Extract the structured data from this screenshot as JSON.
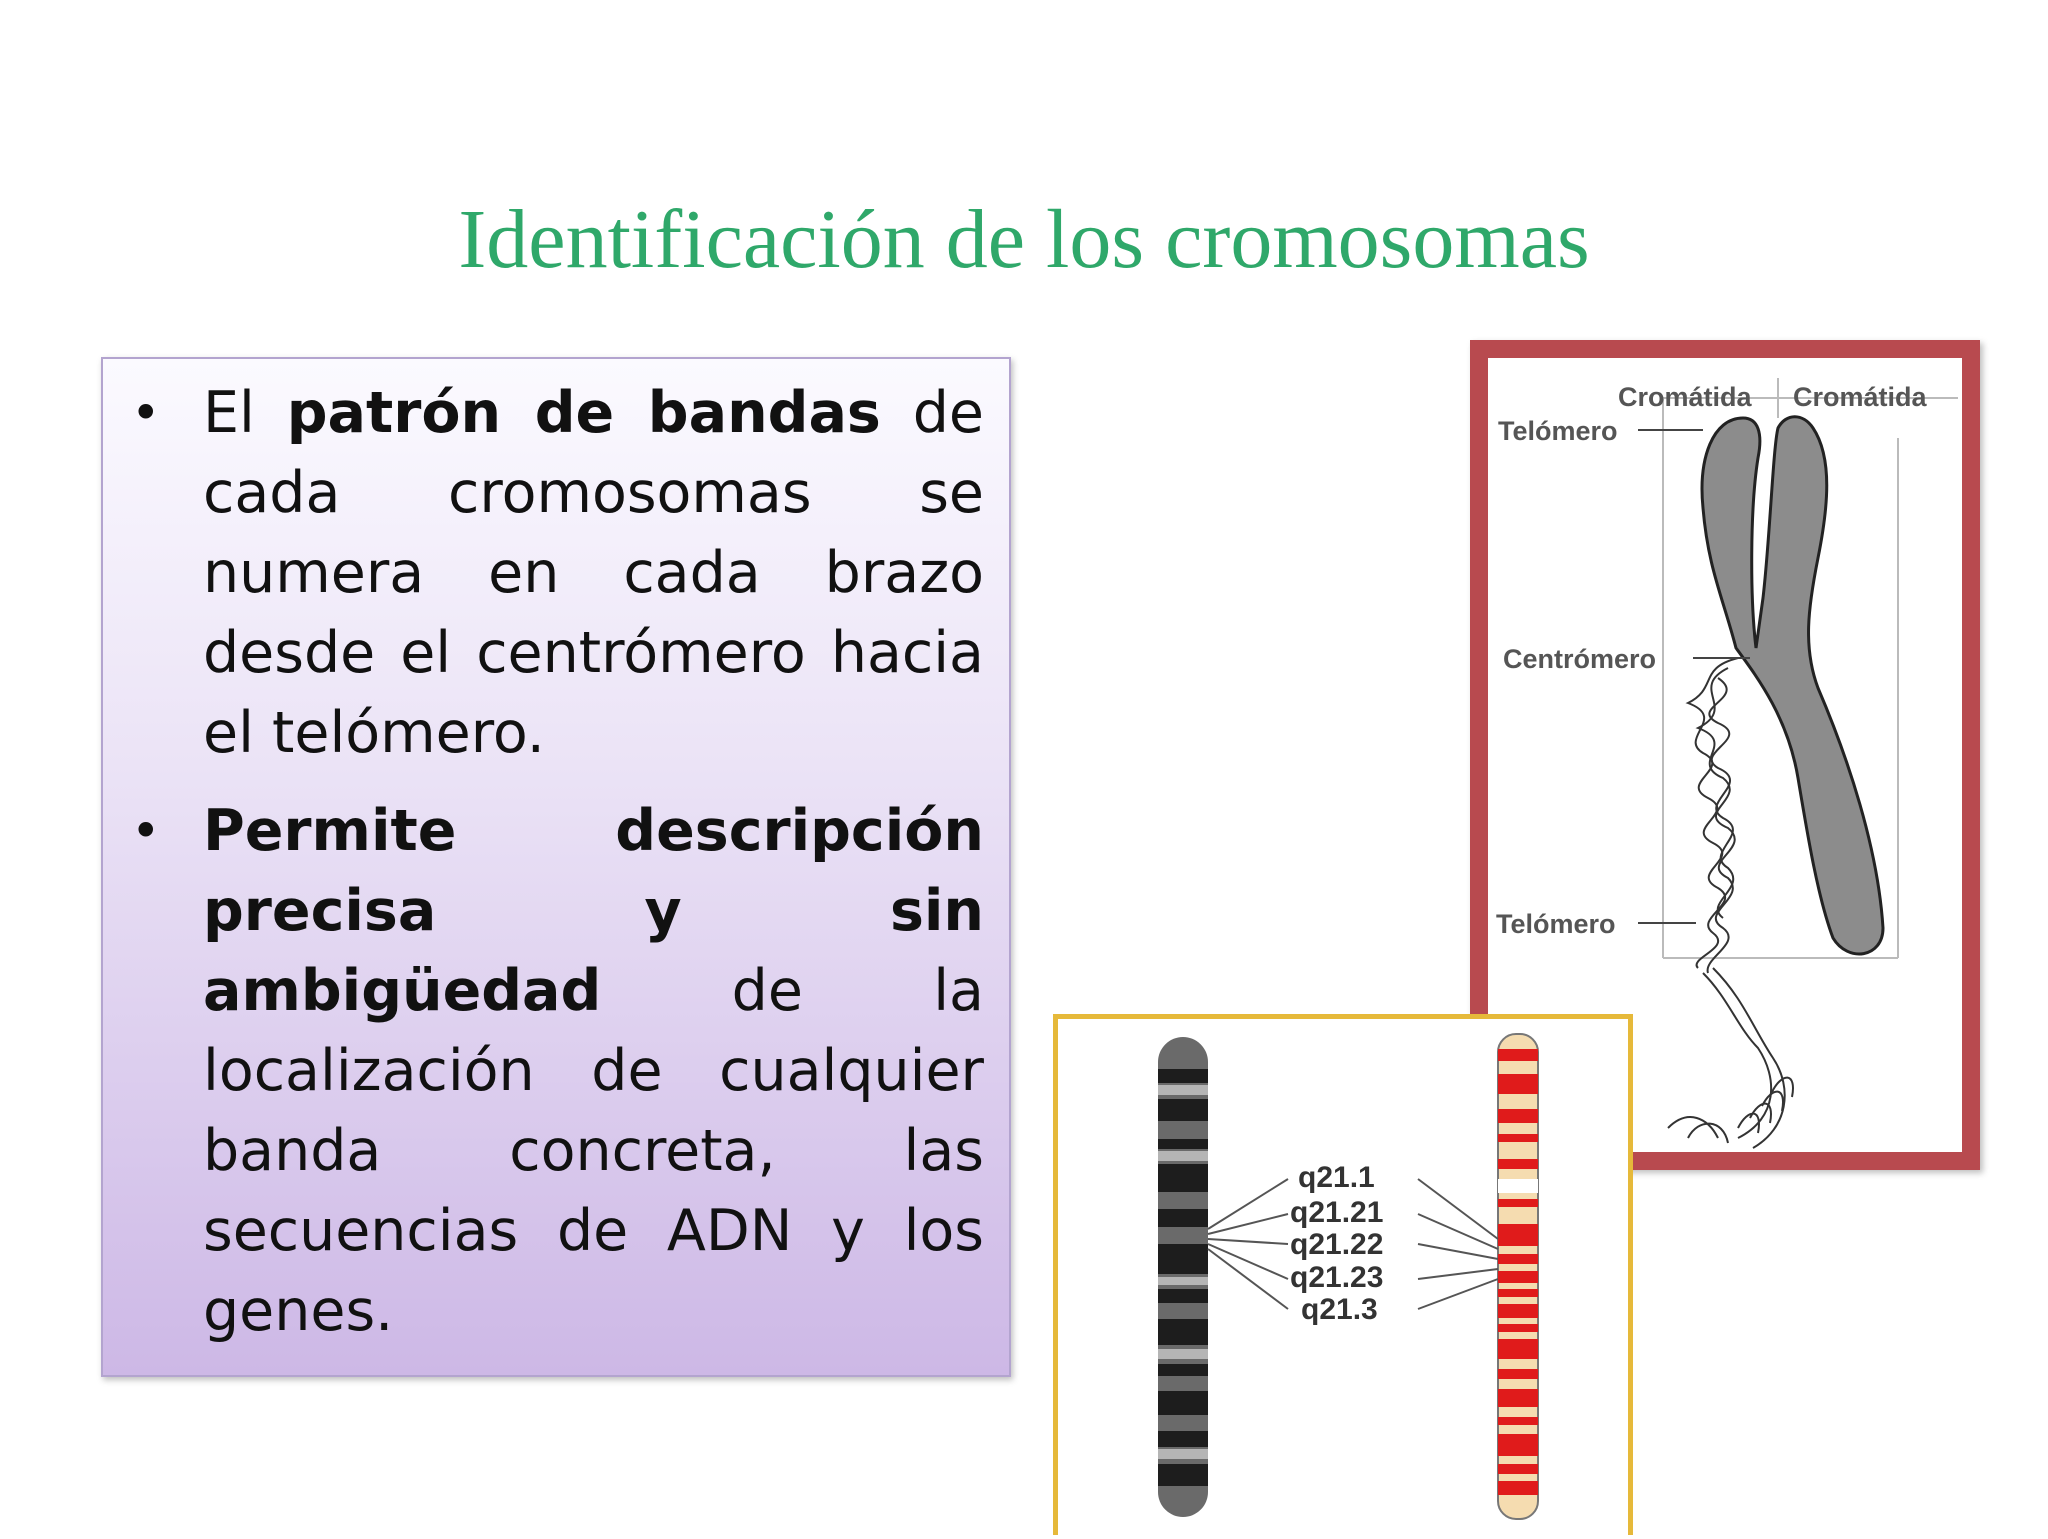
{
  "title": "Identificación de los cromosomas",
  "bullets": {
    "b1": {
      "pre": "El ",
      "bold": "patrón de bandas",
      "post": " de cada cromosomas se numera en cada brazo desde el centrómero hacia el telómero."
    },
    "b2": {
      "bold": "Permite descripción precisa y sin ambigüedad",
      "post": " de la localización de cualquier banda concreta, las secuencias de ADN y los genes."
    }
  },
  "chromosome_diagram": {
    "chromatid_left": "Cromátida",
    "chromatid_right": "Cromátida",
    "telomere_top": "Telómero",
    "centromere": "Centrómero",
    "telomere_bottom": "Telómero"
  },
  "banding_diagram": {
    "bands": [
      "q21.1",
      "q21.21",
      "q21.22",
      "q21.23",
      "q21.3"
    ]
  },
  "colors": {
    "title": "#2fa86a",
    "red_frame": "#b84a4f",
    "yellow_frame": "#e6b93a",
    "ideogram_red": "#e01b1b",
    "ideogram_light": "#f5dcb0"
  }
}
